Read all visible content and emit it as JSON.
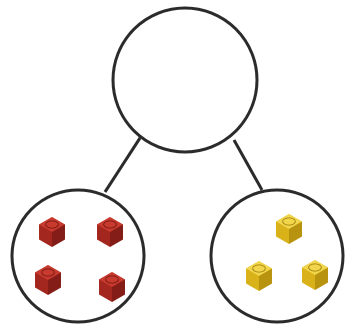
{
  "number_bond": {
    "whole": {
      "value": "",
      "count_label": ""
    },
    "parts": [
      {
        "name": "left-part",
        "block_count": 4,
        "block_color": "#a3271f",
        "block_highlight": "#c93a2e",
        "block_shadow": "#6b1510"
      },
      {
        "name": "right-part",
        "block_count": 3,
        "block_color": "#d9b21a",
        "block_highlight": "#f1d54a",
        "block_shadow": "#9c7a08"
      }
    ],
    "circle_stroke": "#2b2b2b",
    "connector_color": "#2b2b2b",
    "block_icon": "cube-icon"
  }
}
